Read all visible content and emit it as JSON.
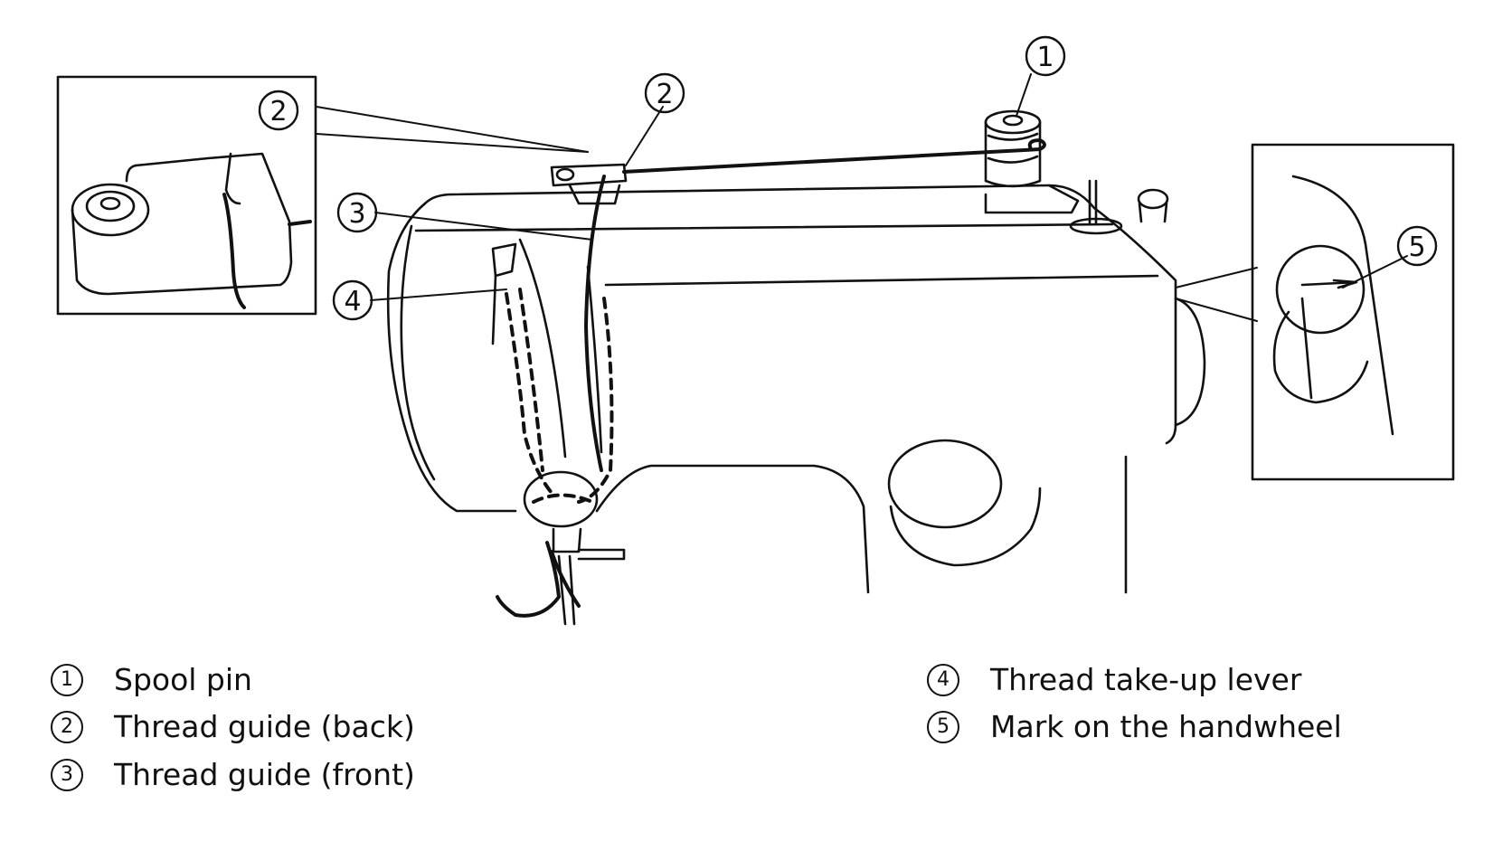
{
  "callouts": {
    "c1": "1",
    "c2_main": "2",
    "c2_inset": "2",
    "c3": "3",
    "c4": "4",
    "c5": "5"
  },
  "legend": [
    {
      "num": "1",
      "label": "Spool pin"
    },
    {
      "num": "2",
      "label": "Thread guide (back)"
    },
    {
      "num": "3",
      "label": "Thread guide (front)"
    },
    {
      "num": "4",
      "label": "Thread take-up lever"
    },
    {
      "num": "5",
      "label": "Mark on the handwheel"
    }
  ]
}
